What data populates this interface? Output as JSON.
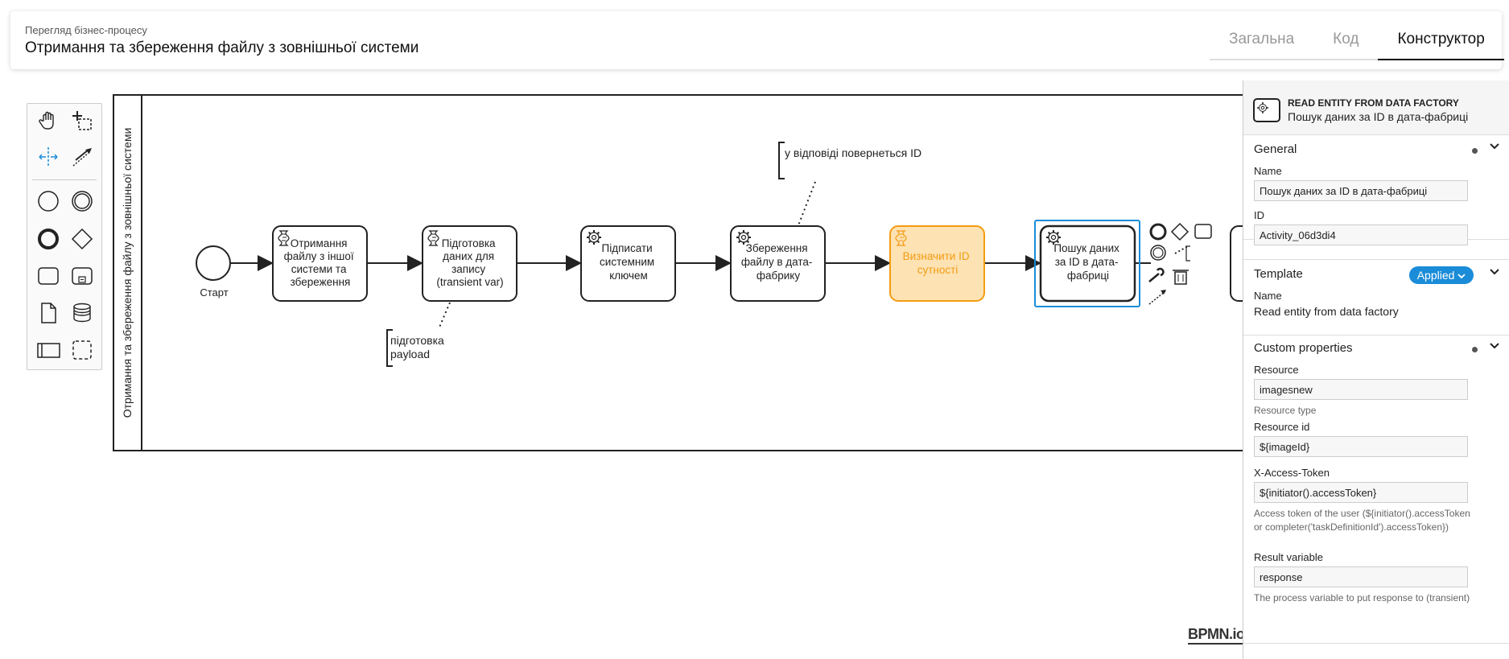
{
  "header": {
    "subtitle": "Перегляд бізнес-процесу",
    "title": "Отримання та збереження файлу з зовнішньої системи",
    "tabs": [
      "Загальна",
      "Код",
      "Конструктор"
    ],
    "active_tab": "Конструктор"
  },
  "palette": {
    "tools": [
      "hand-tool-icon",
      "lasso-tool-icon",
      "space-tool-icon",
      "global-connect-icon",
      "start-event-icon",
      "intermediate-event-icon",
      "end-event-icon",
      "gateway-icon",
      "task-icon",
      "subprocess-icon",
      "data-object-icon",
      "data-store-icon",
      "pool-icon",
      "group-icon"
    ]
  },
  "diagram": {
    "pool_label": "Отримання та збереження файлу з зовнішньої системи",
    "start_label": "Старт",
    "tasks": [
      {
        "type": "script",
        "label": [
          "Отримання",
          "файлу з іншої",
          "системи та",
          "збереження"
        ]
      },
      {
        "type": "script",
        "label": [
          "Підготовка",
          "даних для",
          "запису",
          "(transient var)"
        ]
      },
      {
        "type": "service",
        "label": [
          "Підписати",
          "системним",
          "ключем"
        ]
      },
      {
        "type": "service",
        "label": [
          "Збереження",
          "файлу в дата-",
          "фабрику"
        ]
      },
      {
        "type": "script",
        "label": [
          "Визначити ID",
          "сутності"
        ]
      },
      {
        "type": "service",
        "label": [
          "Пошук даних",
          "за ID в дата-",
          "фабриці"
        ]
      }
    ],
    "annotations": [
      {
        "label": [
          "у відповіді повернеться ID"
        ]
      },
      {
        "label": [
          "підготовка",
          "payload"
        ]
      }
    ],
    "colors": {
      "highlight_fill": "#fde2b3",
      "highlight_stroke": "#f39c12",
      "highlight_text": "#f39c12",
      "selection": "#1a8cd8"
    }
  },
  "panel": {
    "element_type": "READ ENTITY FROM DATA FACTORY",
    "element_name": "Пошук даних за ID в дата-фабриці",
    "general": {
      "title": "General",
      "name_label": "Name",
      "name_value": "Пошук даних за ID в дата-фабриці",
      "id_label": "ID",
      "id_value": "Activity_06d3di4"
    },
    "template": {
      "title": "Template",
      "badge": "Applied",
      "name_label": "Name",
      "name_value": "Read entity from data factory"
    },
    "custom": {
      "title": "Custom properties",
      "resource_label": "Resource",
      "resource_value": "imagesnew",
      "resource_desc": "Resource type",
      "resource_id_label": "Resource id",
      "resource_id_value": "${imageId}",
      "token_label": "X-Access-Token",
      "token_value": "${initiator().accessToken}",
      "token_desc": "Access token of the user (${initiator().accessToken or completer('taskDefinitionId').accessToken})",
      "result_label": "Result variable",
      "result_value": "response",
      "result_desc": "The process variable to put response to (transient)"
    }
  },
  "watermark": "BPMN.io"
}
